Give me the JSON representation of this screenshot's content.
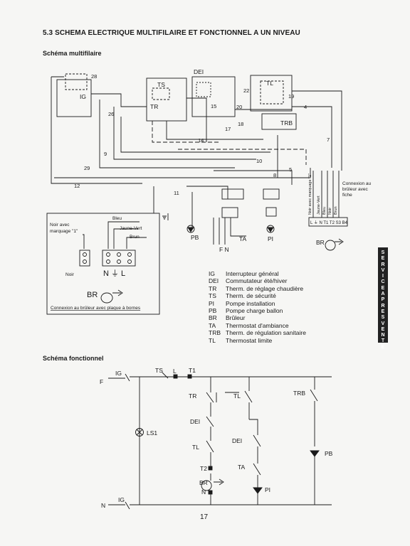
{
  "page": {
    "title": "5.3 SCHEMA ELECTRIQUE MULTIFILAIRE ET FONCTIONNEL A UN NIVEAU",
    "subtitle_multifilaire": "Schéma multifilaire",
    "subtitle_fonctionnel": "Schéma fonctionnel",
    "page_number": "17",
    "side_tab": "SERVICEAPRESVENTE"
  },
  "legend": [
    {
      "code": "IG",
      "label": "Interrupteur général"
    },
    {
      "code": "DEI",
      "label": "Commutateur été/hiver"
    },
    {
      "code": "TR",
      "label": "Therm. de réglage chaudière"
    },
    {
      "code": "TS",
      "label": "Therm. de sécurité"
    },
    {
      "code": "PI",
      "label": "Pompe installation"
    },
    {
      "code": "PB",
      "label": "Pompe charge ballon"
    },
    {
      "code": "BR",
      "label": "Brûleur"
    },
    {
      "code": "TA",
      "label": "Thermostat d'ambiance"
    },
    {
      "code": "TRB",
      "label": "Therm. de régulation sanitaire"
    },
    {
      "code": "TL",
      "label": "Thermostat limite"
    }
  ],
  "multifilaire": {
    "components": {
      "ig": "IG",
      "ts": "TS",
      "tr": "TR",
      "dei": "DEI",
      "tl": "TL",
      "trb": "TRB",
      "pb": "PB",
      "pi": "PI",
      "ta": "TA",
      "br": "BR"
    },
    "wires": [
      "28",
      "26",
      "22",
      "19",
      "15",
      "20",
      "4",
      "17",
      "18",
      "14",
      "9",
      "10",
      "29",
      "12",
      "11",
      "5",
      "7",
      "8"
    ],
    "fn_label": "F N",
    "plug_caption": "Connexion au brûleur avec fiche",
    "plug_wires": [
      "Noir avec marquage \"1\"",
      "Jaune-Vert",
      "Bleu",
      "Noir",
      "Brun"
    ],
    "plug_terminals": "L ⏚ N T1 T2 S3 B4"
  },
  "inset": {
    "noir_marquage": "Noir avec marquage \"1\"",
    "bleu": "Bleu",
    "jaune_vert": "Jaune-Vert",
    "brun": "Brun",
    "noir": "Noir",
    "terminals": "N ⏚ L",
    "br": "BR",
    "caption": "Connexion au brûleur avec plaque à bornes"
  },
  "fonctionnel": {
    "f": "F",
    "n": "N",
    "ig_top": "IG",
    "ig_bottom": "IG",
    "ts": "TS",
    "l": "L",
    "t1": "T1",
    "tr": "TR",
    "tl_top": "TL",
    "trb": "TRB",
    "dei_1": "DEI",
    "ls1": "LS1",
    "tl_2": "TL",
    "dei_2": "DEI",
    "t2": "T2",
    "ta": "TA",
    "br": "BR",
    "n2": "N",
    "pi": "PI",
    "pb": "PB"
  }
}
